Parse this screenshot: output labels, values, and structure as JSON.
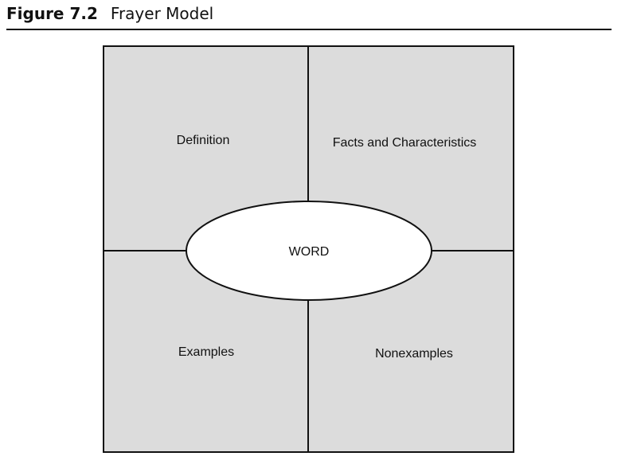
{
  "figure": {
    "number": "Figure 7.2",
    "title": "Frayer Model"
  },
  "diagram": {
    "center": "WORD",
    "quadrants": {
      "top_left": "Definition",
      "top_right": "Facts and Characteristics",
      "bottom_left": "Examples",
      "bottom_right": "Nonexamples"
    },
    "colors": {
      "fill": "#dcdcdc",
      "stroke": "#111111",
      "center_fill": "#ffffff"
    }
  }
}
